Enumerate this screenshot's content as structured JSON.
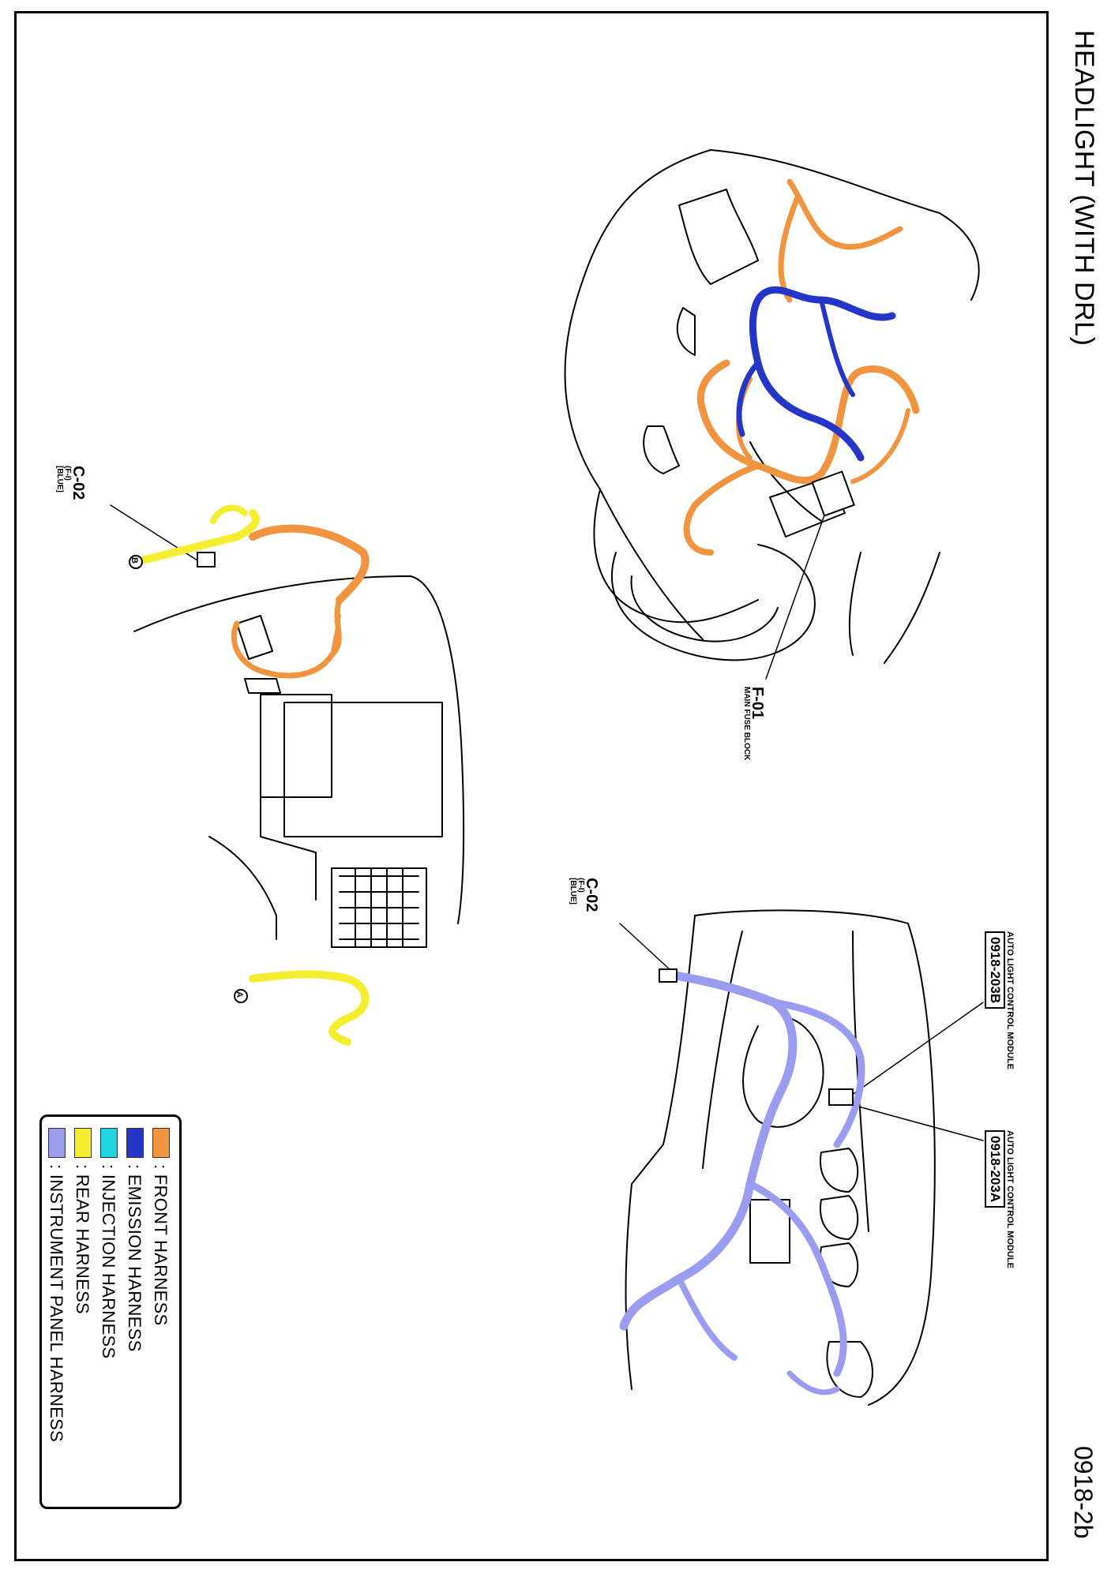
{
  "page": {
    "title": "HEADLIGHT (WITH DRL)",
    "page_number": "0918-2b"
  },
  "labels": {
    "f01": {
      "code": "F-01",
      "desc": "MAIN FUSE BLOCK"
    },
    "c02_left": {
      "code": "C-02",
      "sub1": "(F-I)",
      "sub2": "[BLUE]"
    },
    "c02_right": {
      "code": "C-02",
      "sub1": "(F-I)",
      "sub2": "[BLUE]"
    },
    "module_b": {
      "desc": "AUTO LIGHT CONTROL MODULE",
      "code": "0918-203B"
    },
    "module_a": {
      "desc": "AUTO LIGHT CONTROL MODULE",
      "code": "0918-203A"
    },
    "marker_a": "A",
    "marker_b": "B"
  },
  "legend": {
    "items": [
      {
        "label": ": FRONT HARNESS",
        "color": "#f0943f"
      },
      {
        "label": ": EMISSION HARNESS",
        "color": "#2436c8"
      },
      {
        "label": ": INJECTION HARNESS",
        "color": "#22d8e0"
      },
      {
        "label": ": REAR HARNESS",
        "color": "#f5ee30"
      },
      {
        "label": ": INSTRUMENT PANEL HARNESS",
        "color": "#9a9cf0"
      }
    ]
  }
}
